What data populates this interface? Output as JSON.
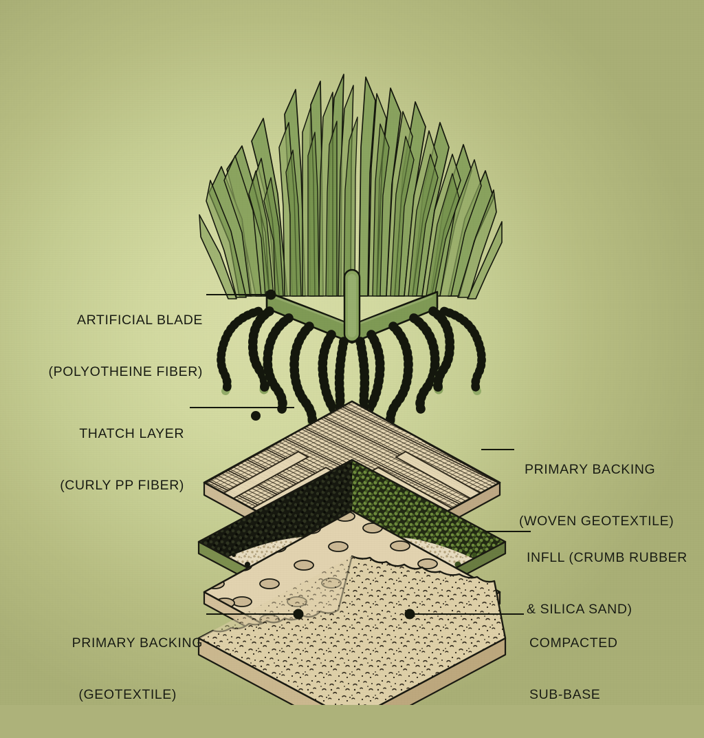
{
  "diagram": {
    "title": "Artificial Turf Cross-Section",
    "subject": "exploded isometric view of synthetic grass system layers",
    "style": "hand-drawn ink illustration",
    "background_colors": {
      "center": "#d9dea8",
      "edge": "#a9af76"
    },
    "palette": {
      "ink": "#1a1a12",
      "blade_green": "#7d9a54",
      "blade_green_dark": "#5f7a3c",
      "thatch_green": "#8aa45f",
      "backing_tan": "#e2d3b0",
      "backing_tan_dark": "#c9b68f",
      "infill_black": "#14160f",
      "infill_green": "#5d7a33",
      "sand_tan": "#e7dcc0",
      "subbase_tan": "#ded0a8",
      "plate_green_edge": "#7c8f4e"
    },
    "labels": [
      {
        "id": "artificial-blade",
        "lines": [
          "ARTIFICIAL BLADE",
          "(POLYOTHEINE FIBER)"
        ],
        "align": "right",
        "side": "left"
      },
      {
        "id": "thatch-layer",
        "lines": [
          "THATCH LAYER",
          "(CURLY PP FIBER)"
        ],
        "align": "right",
        "side": "left"
      },
      {
        "id": "primary-backing-woven",
        "lines": [
          "PRIMARY BACKING",
          "(WOVEN GEOTEXTILE)"
        ],
        "align": "left",
        "side": "right"
      },
      {
        "id": "infill",
        "lines": [
          "INFLL (CRUMB RUBBER",
          "& SILICA SAND)"
        ],
        "align": "left",
        "side": "right"
      },
      {
        "id": "primary-backing-geotextile",
        "lines": [
          "PRIMARY BACKING",
          "(GEOTEXTILE)"
        ],
        "align": "right",
        "side": "left"
      },
      {
        "id": "compacted-sub-base",
        "lines": [
          "COMPACTED",
          "SUB-BASE"
        ],
        "align": "left",
        "side": "right"
      }
    ],
    "label_text": {
      "artificial_blade_l1": "ARTIFICIAL BLADE",
      "artificial_blade_l2": "(POLYOTHEINE FIBER)",
      "thatch_l1": "THATCH LAYER",
      "thatch_l2": "(CURLY PP FIBER)",
      "primary_woven_l1": "PRIMARY BACKING",
      "primary_woven_l2": "(WOVEN GEOTEXTILE)",
      "infill_l1": "INFLL (CRUMB RUBBER",
      "infill_l2": "& SILICA SAND)",
      "primary_geo_l1": "PRIMARY BACKING",
      "primary_geo_l2": "(GEOTEXTILE)",
      "subbase_l1": "COMPACTED",
      "subbase_l2": "SUB-BASE"
    },
    "layers": [
      {
        "id": "blades",
        "name": "artificial grass blades",
        "material": "polyethylene fiber"
      },
      {
        "id": "thatch",
        "name": "curly thatch layer",
        "material": "curly PP fiber"
      },
      {
        "id": "woven",
        "name": "woven primary backing",
        "material": "woven geotextile"
      },
      {
        "id": "infill",
        "name": "infill layer",
        "material": "crumb rubber & silica sand"
      },
      {
        "id": "perforated",
        "name": "perforated backing",
        "material": "geotextile"
      },
      {
        "id": "subbase",
        "name": "compacted sub-base",
        "material": "compacted aggregate"
      }
    ]
  }
}
